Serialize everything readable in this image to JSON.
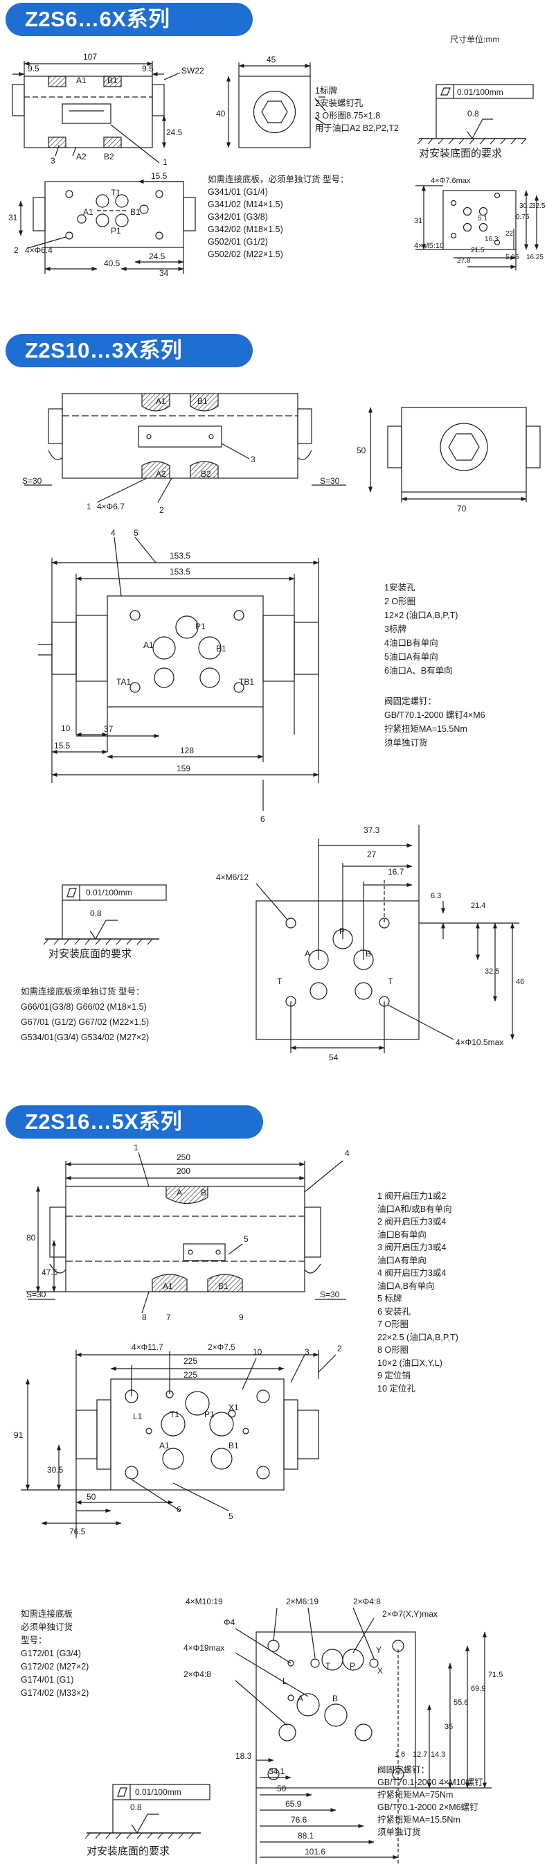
{
  "unit_note": "尺寸单位:mm",
  "sections": [
    {
      "title": "Z2S6…6X系列"
    },
    {
      "title": "Z2S10…3X系列"
    },
    {
      "title": "Z2S16…5X系列"
    }
  ],
  "s1": {
    "dims": {
      "d107": "107",
      "d9_5a": "9.5",
      "d9_5b": "9.5",
      "sw22": "SW22",
      "d45": "45",
      "d40": "40",
      "d24_5": "24.5",
      "d15_5": "15.5",
      "d31": "31",
      "d40_5": "40.5",
      "d24_5b": "24.5",
      "d34": "34",
      "d4x76": "4×Φ7.6max",
      "d31b": "31",
      "d0_75": "0.75",
      "d5_1": "5.1",
      "d22": "22",
      "d4xm5": "4×M5:10",
      "d21_5": "21.5",
      "d27_8": "27.8",
      "d16_3": "16.3",
      "d5_95": "5.95",
      "d16_25": "16.25",
      "d30_2": "30.2",
      "d32_5": "32.5",
      "d4xd64": "4×Φ6.4"
    },
    "ports": {
      "a1": "A1",
      "b1": "B1",
      "a2": "A2",
      "b2": "B2",
      "t1": "T1",
      "a1p": "A1",
      "b1p": "B1",
      "p1": "P1",
      "n1": "1",
      "n2": "2",
      "n3": "3",
      "n2b": "2"
    },
    "legend": [
      "1标牌",
      "2安装螺钉孔",
      "3 O形圈8.75×1.8",
      "用于油口A2 B2,P2,T2"
    ],
    "flatness": "0.01/100mm",
    "roughness": "0.8",
    "requirement": "对安装底面的要求",
    "order": [
      "如需连接底板，必须单独订货 型号：",
      "G341/01 (G1/4)",
      "G341/02 (M14×1.5)",
      "G342/01 (G3/8)",
      "G342/02 (M18×1.5)",
      "G502/01 (G1/2)",
      "G502/02 (M22×1.5)"
    ]
  },
  "s2": {
    "dims": {
      "s30a": "S=30",
      "s30b": "S=30",
      "d4x67": "4×Φ6.7",
      "d50": "50",
      "d70": "70",
      "d153a": "153.5",
      "d153b": "153.5",
      "d10": "10",
      "d37": "37",
      "d15_5": "15.5",
      "d128": "128",
      "d159": "159",
      "d37_3": "37.3",
      "d27": "27",
      "d16_7": "16.7",
      "d6_3": "6.3",
      "d21_4": "21.4",
      "d32_5": "32.5",
      "d46": "46",
      "d54": "54",
      "d4xm6": "4×M6/12",
      "d4x105": "4×Φ10.5max"
    },
    "ports": {
      "a1": "A1",
      "b1": "B1",
      "a2": "A2",
      "b2": "B2",
      "p1": "P1",
      "a1m": "A1",
      "b1m": "B1",
      "ta1": "TA1",
      "tb1": "TB1",
      "p": "P",
      "a": "A",
      "b": "B",
      "t1": "T",
      "t2": "T",
      "n1": "1",
      "n2": "2",
      "n3": "3",
      "n4": "4",
      "n5": "5",
      "n6": "6"
    },
    "legend": [
      "1安装孔",
      "2 O形圈",
      "  12×2 (油口A,B,P,T)",
      "3标牌",
      "4油口B有单向",
      "5油口A有单向",
      "6油口A、B有单向"
    ],
    "screw": [
      "阀固定螺钉：",
      "GB/T70.1-2000  螺钉4×M6",
      "拧紧扭矩MA=15.5Nm",
      "须单独订货"
    ],
    "flatness": "0.01/100mm",
    "roughness": "0.8",
    "requirement": "对安装底面的要求",
    "order": [
      "如需连接底板须单独订货  型号：",
      "G66/01(G3/8) G66/02 (M18×1.5)",
      "G67/01 (G1/2) G67/02 (M22×1.5)",
      "G534/01(G3/4) G534/02 (M27×2)"
    ]
  },
  "s3": {
    "dims": {
      "d250": "250",
      "d200": "200",
      "d80": "80",
      "d47_5": "47.5",
      "s30a": "S=30",
      "s30b": "S=30",
      "d4x117": "4×Φ11.7",
      "d2x75": "2×Φ7.5",
      "d225a": "225",
      "d225b": "225",
      "d91": "91",
      "d30_5": "30.5",
      "d50": "50",
      "d76_5": "76.5",
      "d4xm10": "4×M10:19",
      "d2xm6": "2×M6:19",
      "d2x48": "2×Φ4:8",
      "d2x7": "2×Φ7(X,Y)max",
      "d4": "Φ4",
      "d4x19": "4×Φ19max",
      "d2x48b": "2×Φ4:8",
      "d18_3": "18.3",
      "d34_1": "34.1",
      "d50b": "50",
      "d65_9": "65.9",
      "d76_6": "76.6",
      "d88_1": "88.1",
      "d101_6": "101.6",
      "d1_6": "1.6",
      "d12_7": "12.7",
      "d14_3": "14.3",
      "d35": "35",
      "d55_6": "55.6",
      "d69_9": "69.9",
      "d71_5": "71.5"
    },
    "ports": {
      "a": "A",
      "b": "B",
      "a1": "A1",
      "b1": "B1",
      "l1": "L1",
      "t1": "T1",
      "p1": "P1",
      "x1": "X1",
      "a1m": "A1",
      "b1m": "B1",
      "p": "P",
      "t": "T",
      "x": "X",
      "y": "Y",
      "l": "L",
      "ab": "A",
      "bb": "B",
      "n1": "1",
      "n2": "2",
      "n3": "3",
      "n4": "4",
      "n5": "5",
      "n6": "6",
      "n7": "7",
      "n8": "8",
      "n9": "9",
      "n10": "10",
      "n5b": "5",
      "n6b": "6"
    },
    "legend": [
      "1 阀开启压力1或2",
      "  油口A和/或B有单向",
      "2 阀开启压力3或4",
      "  油口B有单向",
      "3 阀开启压力3或4",
      "  油口A有单向",
      "4 阀开启压力3或4",
      "  油口A,B有单向",
      "5 标牌",
      "6 安装孔",
      "7 O形圈",
      "  22×2.5 (油口A,B,P,T)",
      "8 O形圈",
      "  10×2 (油口X,Y,L)",
      "9 定位销",
      "10 定位孔"
    ],
    "screw": [
      "阀固定螺钉：",
      "GB/T70.1-2000 4×M10螺钉",
      "拧紧扭矩MA=75Nm",
      "GB/T70.1-2000 2×M6螺钉",
      "拧紧扭矩MA=15.5Nm",
      "须单独订货"
    ],
    "order": [
      "如需连接底板",
      "必须单独订货",
      "型号：",
      "G172/01 (G3/4)",
      "G172/02 (M27×2)",
      "G174/01 (G1)",
      "G174/02 (M33×2)"
    ],
    "flatness": "0.01/100mm",
    "roughness": "0.8",
    "requirement": "对安装底面的要求"
  }
}
